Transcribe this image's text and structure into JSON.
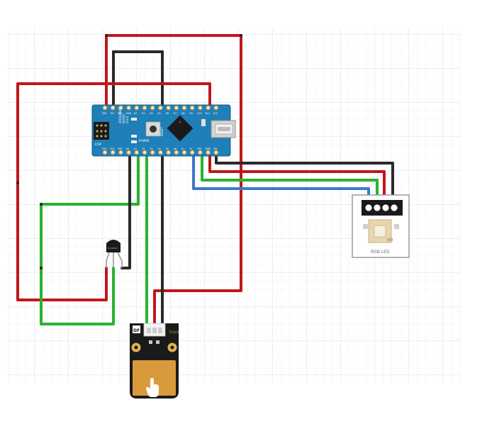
{
  "colors": {
    "background": "#ffffff",
    "grid": "#e6e6e6",
    "board": "#1f7fb8",
    "wire_red": "#c0171c",
    "wire_black": "#2a2a2a",
    "wire_green": "#29b230",
    "wire_blue": "#3d79c8",
    "touch_pad": "#d89a3a"
  },
  "arduino": {
    "top_pins": [
      "RX0",
      "TX1",
      "RST",
      "GND",
      "D2",
      "D3",
      "D4",
      "D5",
      "D6",
      "D7",
      "D8",
      "D9",
      "D10",
      "D11",
      "D12"
    ],
    "bottom_pins": [
      "D13",
      "3V3",
      "REF",
      "A0",
      "A1",
      "A2",
      "A3",
      "A4",
      "A5",
      "A6",
      "A7",
      "5V",
      "RST",
      "GND",
      "VIN"
    ],
    "label_main": "ARDUINO",
    "label_sub": "NANO",
    "label_ver": "V3.0",
    "label_icsp": "ICSP",
    "label_reset": "RESET",
    "label_power": "POWER"
  },
  "rgb_led": {
    "label": "RGB LED"
  },
  "temp_sensor": {
    "label": "DS18B20"
  },
  "touch_sensor": {
    "label_top": "DF",
    "label_side": "TOUCH"
  }
}
